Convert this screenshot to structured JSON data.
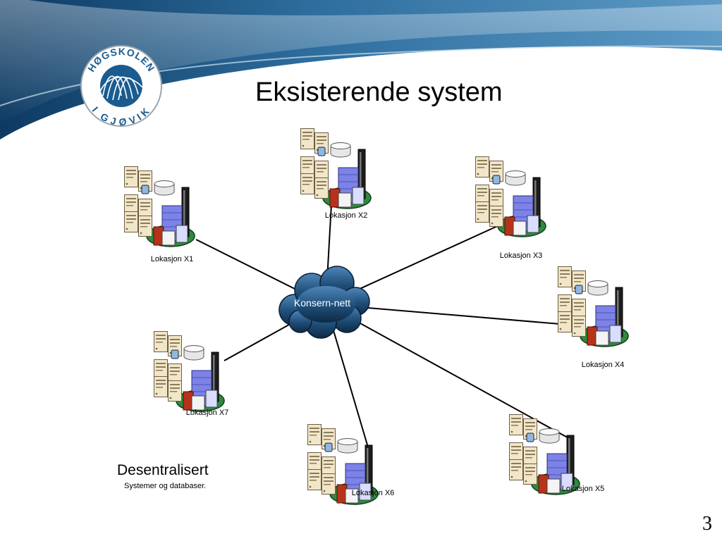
{
  "slide": {
    "title": "Eksisterende system",
    "slide_number": "3"
  },
  "logo": {
    "text_top": "HØGSKOLEN",
    "text_bottom": "I GJØVIK"
  },
  "network": {
    "hub_label": "Konsern-nett",
    "sites": [
      {
        "id": "x1",
        "label": "Lokasjon X1"
      },
      {
        "id": "x2",
        "label": "Lokasjon X2"
      },
      {
        "id": "x3",
        "label": "Lokasjon X3"
      },
      {
        "id": "x4",
        "label": "Lokasjon X4"
      },
      {
        "id": "x5",
        "label": "Lokasjon X5"
      },
      {
        "id": "x6",
        "label": "Lokasjon X6"
      },
      {
        "id": "x7",
        "label": "Lokasjon X7"
      }
    ]
  },
  "note": {
    "heading": "Desentralisert",
    "subtext": "Systemer og databaser."
  },
  "colors": {
    "banner_dark": "#0d3a63",
    "banner_light": "#5d9ac6",
    "cloud": "#1f4e79",
    "site_ground": "#2e8b3e",
    "building_blue": "#7d83e6",
    "building_red": "#b8321a"
  }
}
